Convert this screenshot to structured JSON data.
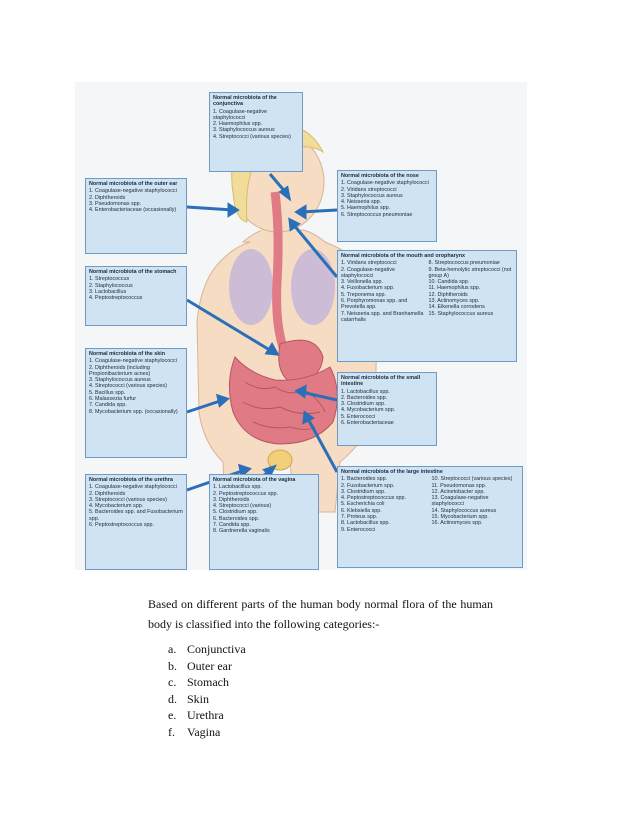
{
  "boxes": {
    "conjunctiva": {
      "title": "Normal microbiota of the conjunctiva",
      "items": [
        "1. Coagulase-negative staphylococci",
        "2. Haemophilus spp.",
        "3. Staphylococcus aureus",
        "4. Streptococci (various species)"
      ]
    },
    "nose": {
      "title": "Normal microbiota of the nose",
      "items": [
        "1. Coagulase-negative staphylococci",
        "2. Viridans streptococci",
        "3. Staphylococcus aureus",
        "4. Neisseria spp.",
        "5. Haemophilus spp.",
        "6. Streptococcus pneumoniae"
      ]
    },
    "outer_ear": {
      "title": "Normal microbiota of the outer ear",
      "items": [
        "1. Coagulase-negative staphylococci",
        "2. Diphtheroids",
        "3. Pseudomonas spp.",
        "4. Enterobacteriaceae (occasionally)"
      ]
    },
    "stomach": {
      "title": "Normal microbiota of the stomach",
      "items": [
        "1. Streptococcus",
        "2. Staphylococcus",
        "3. Lactobacillus",
        "4. Peptostreptococcus"
      ]
    },
    "mouth": {
      "title": "Normal microbiota of the mouth and oropharynx",
      "items": [
        "1. Viridans streptococci",
        "2. Coagulase-negative staphylococci",
        "3. Veillonella spp.",
        "4. Fusobacterium spp.",
        "5. Treponema spp.",
        "6. Porphyromonas spp. and Prevotella spp.",
        "7. Neisseria spp. and Branhamella catarrhalis",
        "8. Streptococcus pneumoniae",
        "9. Beta-hemolytic streptococci (not group A)",
        "10. Candida spp.",
        "11. Haemophilus spp.",
        "12. Diphtheroids",
        "13. Actinomyces spp.",
        "14. Eikenella corrodens",
        "15. Staphylococcus aureus"
      ]
    },
    "skin": {
      "title": "Normal microbiota of the skin",
      "items": [
        "1. Coagulase-negative staphylococci",
        "2. Diphtheroids (including Propionibacterium acnes)",
        "3. Staphylococcus aureus",
        "4. Streptococci (various species)",
        "5. Bacillus spp.",
        "6. Malassezia furfur",
        "7. Candida spp.",
        "8. Mycobacterium spp. (occasionally)"
      ]
    },
    "small_intestine": {
      "title": "Normal microbiota of the small intestine",
      "items": [
        "1. Lactobacillus spp.",
        "2. Bacteroides spp.",
        "3. Clostridium spp.",
        "4. Mycobacterium spp.",
        "5. Enterococci",
        "6. Enterobacteriaceae"
      ]
    },
    "urethra": {
      "title": "Normal microbiota of the urethra",
      "items": [
        "1. Coagulase-negative staphylococci",
        "2. Diphtheroids",
        "3. Streptococci (various species)",
        "4. Mycobacterium spp.",
        "5. Bacteroides spp. and Fusobacterium spp.",
        "6. Peptostreptococcus spp."
      ]
    },
    "vagina": {
      "title": "Normal microbiota of the vagina",
      "items": [
        "1. Lactobacillus spp.",
        "2. Peptostreptococcus spp.",
        "3. Diphtheroids",
        "4. Streptococci (various)",
        "5. Clostridium spp.",
        "6. Bacteroides spp.",
        "7. Candida spp.",
        "8. Gardnerella vaginalis"
      ]
    },
    "large_intestine": {
      "title": "Normal microbiota of the large intestine",
      "items": [
        "1. Bacteroides spp.",
        "2. Fusobacterium spp.",
        "3. Clostridium spp.",
        "4. Peptostreptococcus spp.",
        "5. Escherichia coli",
        "6. Klebsiella spp.",
        "7. Proteus spp.",
        "8. Lactobacillus spp.",
        "9. Enterococci",
        "10. Streptococci (various species)",
        "11. Pseudomonas spp.",
        "12. Acinetobacter spp.",
        "13. Coagulase-negative staphylococci",
        "14. Staphylococcus aureus",
        "15. Mycobacterium spp.",
        "16. Actinomyces spp."
      ]
    }
  },
  "caption": "Based on different parts of the human body normal flora of the human body is classified into the following categories:-",
  "categories": [
    {
      "letter": "a.",
      "name": "Conjunctiva"
    },
    {
      "letter": "b.",
      "name": "Outer ear"
    },
    {
      "letter": "c.",
      "name": "Stomach"
    },
    {
      "letter": "d.",
      "name": "Skin"
    },
    {
      "letter": "e.",
      "name": "Urethra"
    },
    {
      "letter": "f.",
      "name": "Vagina"
    }
  ],
  "colors": {
    "box_fill": "#cfe3f3",
    "box_border": "#6f9ac4",
    "arrow": "#2a6fb8",
    "body": "#f6dcc3",
    "hair": "#f2dc9a",
    "intestine": "#e07b86",
    "lungs": "#c9b8d8"
  }
}
